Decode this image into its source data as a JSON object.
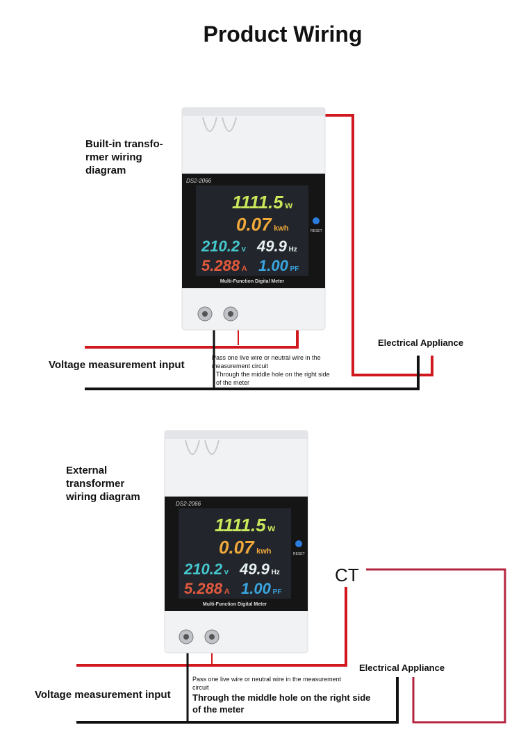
{
  "title": "Product Wiring",
  "colors": {
    "red": "#d0191f",
    "black": "#111111",
    "pink": "#b5243f"
  },
  "meter": {
    "model": "DS2-2066",
    "power": "1111.5",
    "power_unit": "w",
    "energy": "0.07",
    "energy_unit": "kwh",
    "voltage": "210.2",
    "voltage_unit": "v",
    "frequency": "49.9",
    "frequency_unit": "Hz",
    "current": "5.288",
    "current_unit": "A",
    "pf": "1.00",
    "pf_unit": "PF",
    "reset": "RESET",
    "footer": "Multi-Function Digital Meter"
  },
  "diagram1": {
    "heading": [
      "Built-in transfo-",
      "rmer wiring",
      "diagram"
    ],
    "voltage_label": "Voltage measurement input",
    "appliance_label": "Electrical Appliance",
    "note_small": [
      "Pass one live wire or neutral wire in the",
      "measurement circuit"
    ],
    "note_main": [
      "Through the middle hole on the right side",
      "of the meter"
    ]
  },
  "diagram2": {
    "heading": [
      "External",
      "transformer",
      "wiring diagram"
    ],
    "ct_label": "CT",
    "voltage_label": "Voltage measurement input",
    "appliance_label": "Electrical Appliance",
    "note_small": [
      "Pass one live wire or neutral wire in the measurement",
      "circuit"
    ],
    "note_main": [
      "Through the middle hole on the right side",
      "of the meter"
    ]
  }
}
